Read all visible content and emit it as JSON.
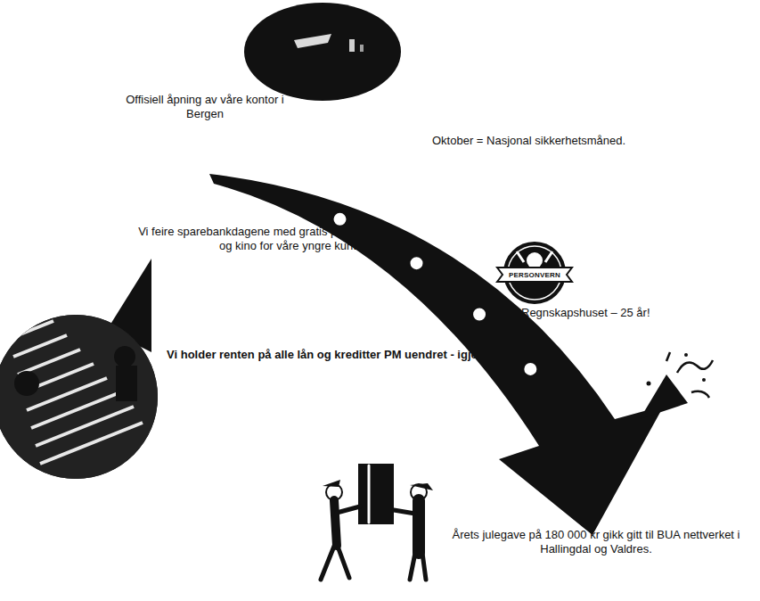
{
  "diagram": {
    "nodes": [
      {
        "text": [
          "PERSONVERN"
        ]
      }
    ],
    "labels": [
      "Offisiell åpning av våre kontor i Bergen",
      "Oktober = Nasjonal sikkerhetsmåned.",
      "Vi feire sparebankdagene med gratis popcorn og kino for våre yngre kunder.",
      "Regnskapshuset – 25 år!",
      "Vi holder renten på alle lån og kreditter PM uendret - igjen!",
      "Årets julegave på 180 000 kr gikk gitt til BUA nettverket i Hallingdal og Valdres."
    ]
  }
}
